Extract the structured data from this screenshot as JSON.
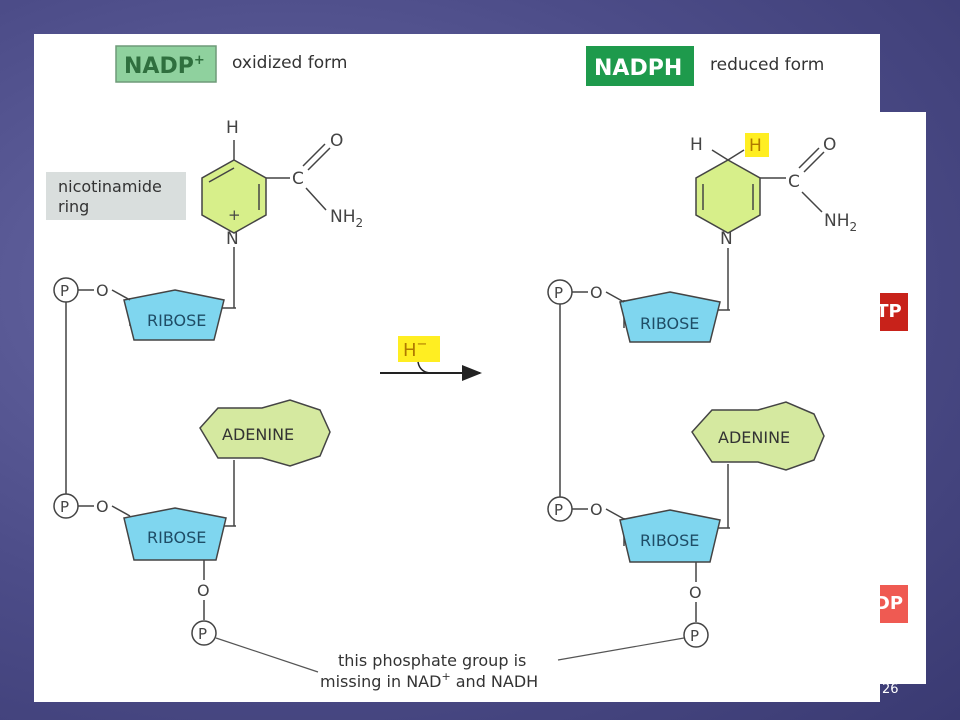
{
  "left": {
    "badge": "NADP",
    "badge_sup": "+",
    "form_label": "oxidized form",
    "ring_label_1": "nicotinamide",
    "ring_label_2": "ring",
    "atom_h": "H",
    "atom_c": "C",
    "atom_o": "O",
    "atom_n": "N",
    "amide": "NH",
    "amide_sub": "2",
    "charge": "+",
    "ribose_1": "RIBOSE",
    "ribose_2": "RIBOSE",
    "adenine": "ADENINE",
    "phosphate_1": "P",
    "phosphate_2": "P",
    "phosphate_3": "P",
    "oxygen_1": "O",
    "oxygen_2": "O",
    "oxygen_3": "O"
  },
  "right": {
    "badge": "NADPH",
    "form_label": "reduced form",
    "atom_h1": "H",
    "atom_h2": "H",
    "atom_c": "C",
    "atom_o": "O",
    "atom_n": "N",
    "amide": "NH",
    "amide_sub": "2",
    "ribose_1": "RIBOSE",
    "ribose_2": "RIBOSE",
    "adenine": "ADENINE",
    "phosphate_1": "P",
    "phosphate_2": "P",
    "phosphate_3": "P",
    "oxygen_1": "O",
    "oxygen_2": "O",
    "oxygen_3": "O"
  },
  "reaction": {
    "hydride": "H",
    "hydride_sup": "−"
  },
  "caption": {
    "line1": "this phosphate group is",
    "line2_pre": "missing in NAD",
    "line2_sup": "+",
    "line2_post": " and NADH"
  },
  "side_badges": {
    "top": "TP",
    "bottom": "DP"
  },
  "page_number": "26",
  "colors": {
    "nadp_badge": "#8fd19e",
    "nadph_badge": "#1e9a4c",
    "ring_fill": "#d7ef8a",
    "ribose_fill": "#7fd6ef",
    "adenine_fill": "#d5e9a0",
    "label_box": "#d9dedd",
    "highlight": "#ffee22"
  }
}
